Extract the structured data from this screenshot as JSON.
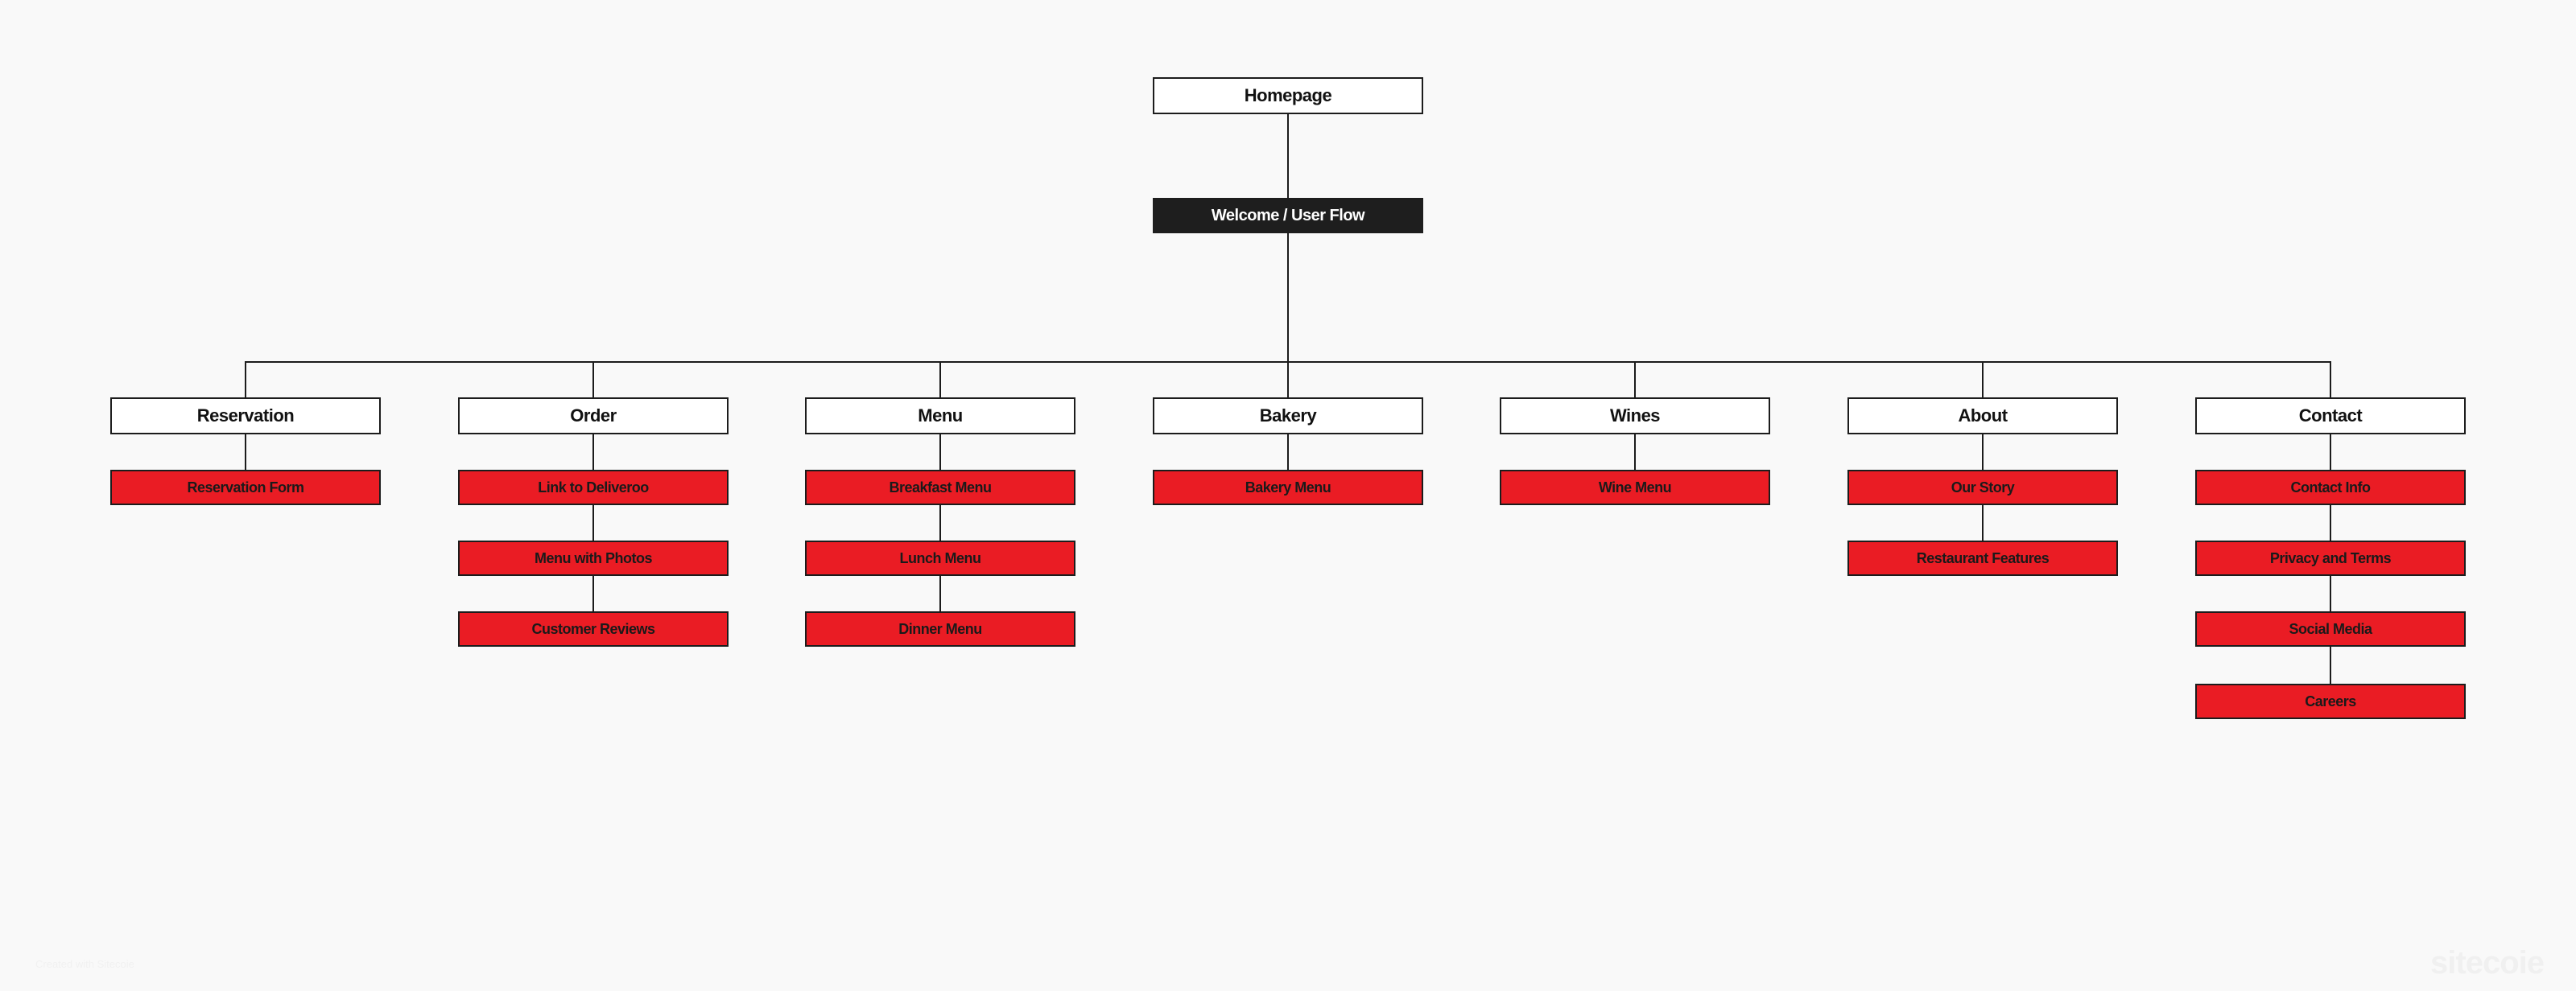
{
  "root": {
    "label": "Homepage"
  },
  "flow": {
    "label": "Welcome / User Flow"
  },
  "categories": [
    {
      "label": "Reservation",
      "pages": [
        "Reservation Form"
      ]
    },
    {
      "label": "Order",
      "pages": [
        "Link to Deliveroo",
        "Menu with Photos",
        "Customer Reviews"
      ]
    },
    {
      "label": "Menu",
      "pages": [
        "Breakfast Menu",
        "Lunch Menu",
        "Dinner Menu"
      ]
    },
    {
      "label": "Bakery",
      "pages": [
        "Bakery Menu"
      ]
    },
    {
      "label": "Wines",
      "pages": [
        "Wine Menu"
      ]
    },
    {
      "label": "About",
      "pages": [
        "Our Story",
        "Restaurant Features"
      ]
    },
    {
      "label": "Contact",
      "pages": [
        "Contact Info",
        "Privacy and Terms",
        "Social Media",
        "Careers"
      ]
    }
  ],
  "watermark": {
    "left": "Created with Sitecoie",
    "right": "sitecoie"
  },
  "colors": {
    "page_fill": "#ea1c24",
    "flow_fill": "#1e1e1e",
    "line": "#1c1c1c",
    "background": "#f9f9f9"
  }
}
